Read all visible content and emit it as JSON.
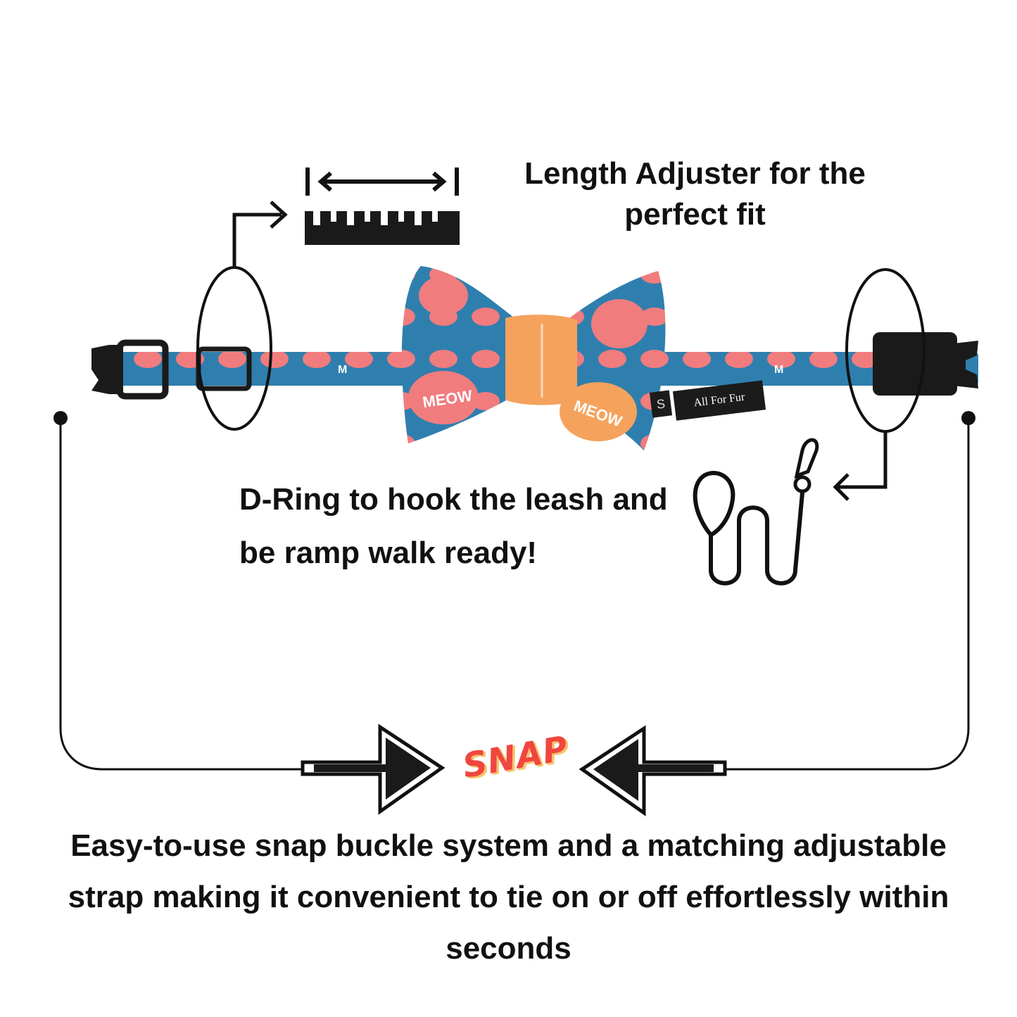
{
  "callouts": {
    "length_adjuster": "Length Adjuster for the perfect fit",
    "d_ring": "D-Ring to hook the leash and be ramp walk ready!",
    "snap_buckle": "Easy-to-use snap buckle system and a matching adjustable strap making it convenient to tie on or off effortlessly within seconds"
  },
  "snap_word": "SNAP",
  "product": {
    "brand_label": "All For Fur",
    "size_label": "S",
    "pattern_text": "MEOW"
  },
  "colors": {
    "strap_blue": "#2f7fae",
    "pink": "#f07c7e",
    "orange": "#f5a25d",
    "buckle_black": "#1a1a1a",
    "snap_red": "#f0463f",
    "snap_shadow": "#f6c26b"
  },
  "icons": [
    "ruler-icon",
    "double-arrow-icon",
    "leash-icon",
    "arrow-right-icon",
    "arrow-left-icon",
    "bent-arrow-icon"
  ]
}
